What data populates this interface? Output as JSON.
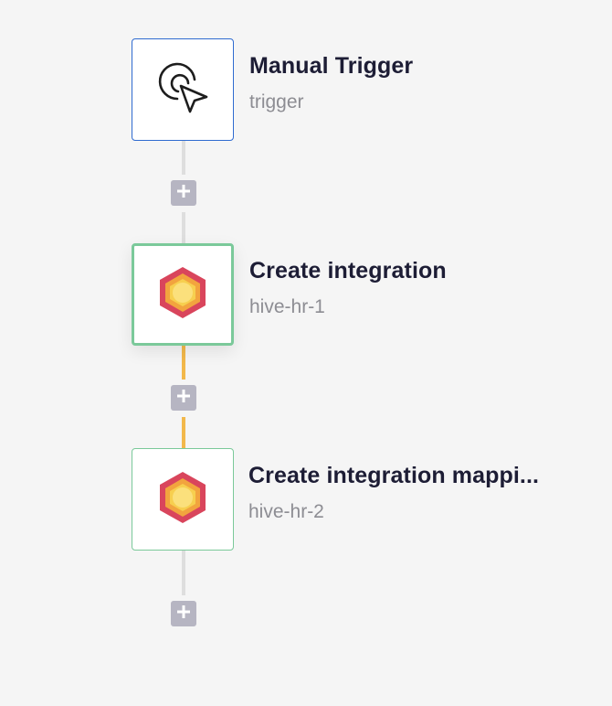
{
  "workflow": {
    "nodes": [
      {
        "title": "Manual Trigger",
        "subtitle": "trigger",
        "icon": "cursor-click-icon",
        "border_color": "#2f6bd0"
      },
      {
        "title": "Create integration",
        "subtitle": "hive-hr-1",
        "icon": "hive-hexagon-icon",
        "border_color": "#7bc99a",
        "selected": true
      },
      {
        "title": "Create integration mappi...",
        "subtitle": "hive-hr-2",
        "icon": "hive-hexagon-icon",
        "border_color": "#7bc99a"
      }
    ],
    "add_step_icon": "plus-icon",
    "connector_colors": {
      "default": "#dedede",
      "active": "#f2b84b"
    }
  }
}
